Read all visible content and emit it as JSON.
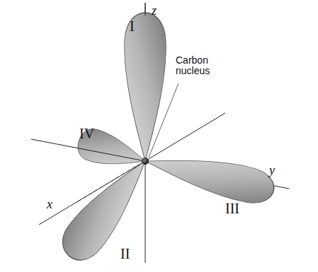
{
  "diagram": {
    "labels": [
      "z",
      "I",
      "Carbon nucleus",
      "IV",
      "x",
      "y",
      "II",
      "III"
    ]
  }
}
